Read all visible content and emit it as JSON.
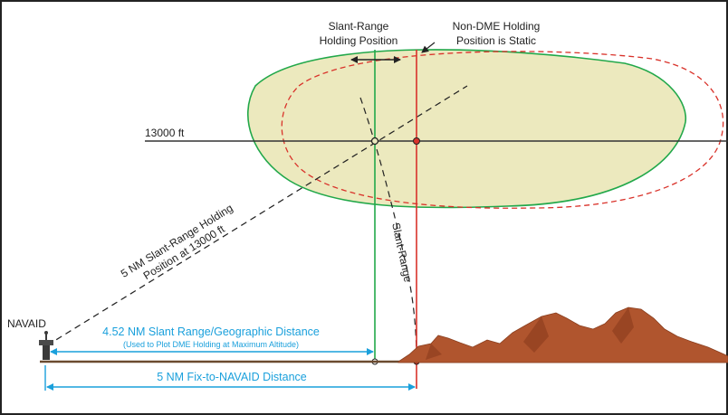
{
  "labels": {
    "slant_range_holding_position": [
      "Slant-Range",
      "Holding Position"
    ],
    "non_dme_holding_position": [
      "Non-DME Holding",
      "Position is Static"
    ],
    "altitude": "13000 ft",
    "slant_range_holding_13000": [
      "5 NM Slant-Range Holding",
      "Position at 13000 ft"
    ],
    "slant_range": "Slant-Range",
    "navaid": "NAVAID",
    "geographic_distance": "4.52 NM Slant Range/Geographic Distance",
    "geographic_distance_note": "(Used to Plot DME Holding at Maximum Altitude)",
    "fix_to_navaid": "5 NM Fix-to-NAVAID Distance"
  },
  "colors": {
    "frame": "#222222",
    "holding_fill": "#ece9be",
    "holding_green": "#22a84a",
    "static_red": "#d9322a",
    "distance_cyan": "#1aa0dc",
    "ground": "#6b4a2f",
    "terrain": "#b0552e",
    "dark": "#333333"
  },
  "icons": {
    "navaid": "navaid-antenna-icon",
    "terrain": "mountain-terrain"
  }
}
